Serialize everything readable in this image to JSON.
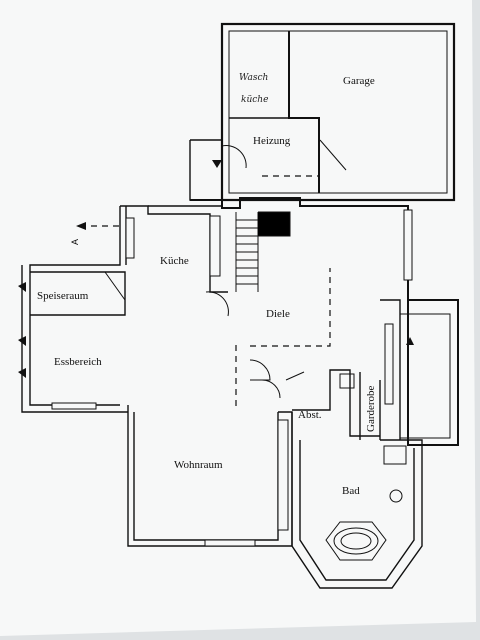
{
  "plan": {
    "rooms": {
      "garage": "Garage",
      "heizung": "Heizung",
      "kueche": "Küche",
      "speiseraum": "Speiseraum",
      "essbereich": "Essbereich",
      "diele": "Diele",
      "wohnraum": "Wohnraum",
      "abst": "Abst.",
      "garderobe": "Garderobe",
      "bad": "Bad"
    },
    "handwritten": {
      "line1": "Wasch",
      "line2": "küche"
    },
    "section_marker": "A"
  },
  "colors": {
    "paper": "#f7f8f8",
    "ink": "#111111",
    "background": "#dfe2e4"
  }
}
